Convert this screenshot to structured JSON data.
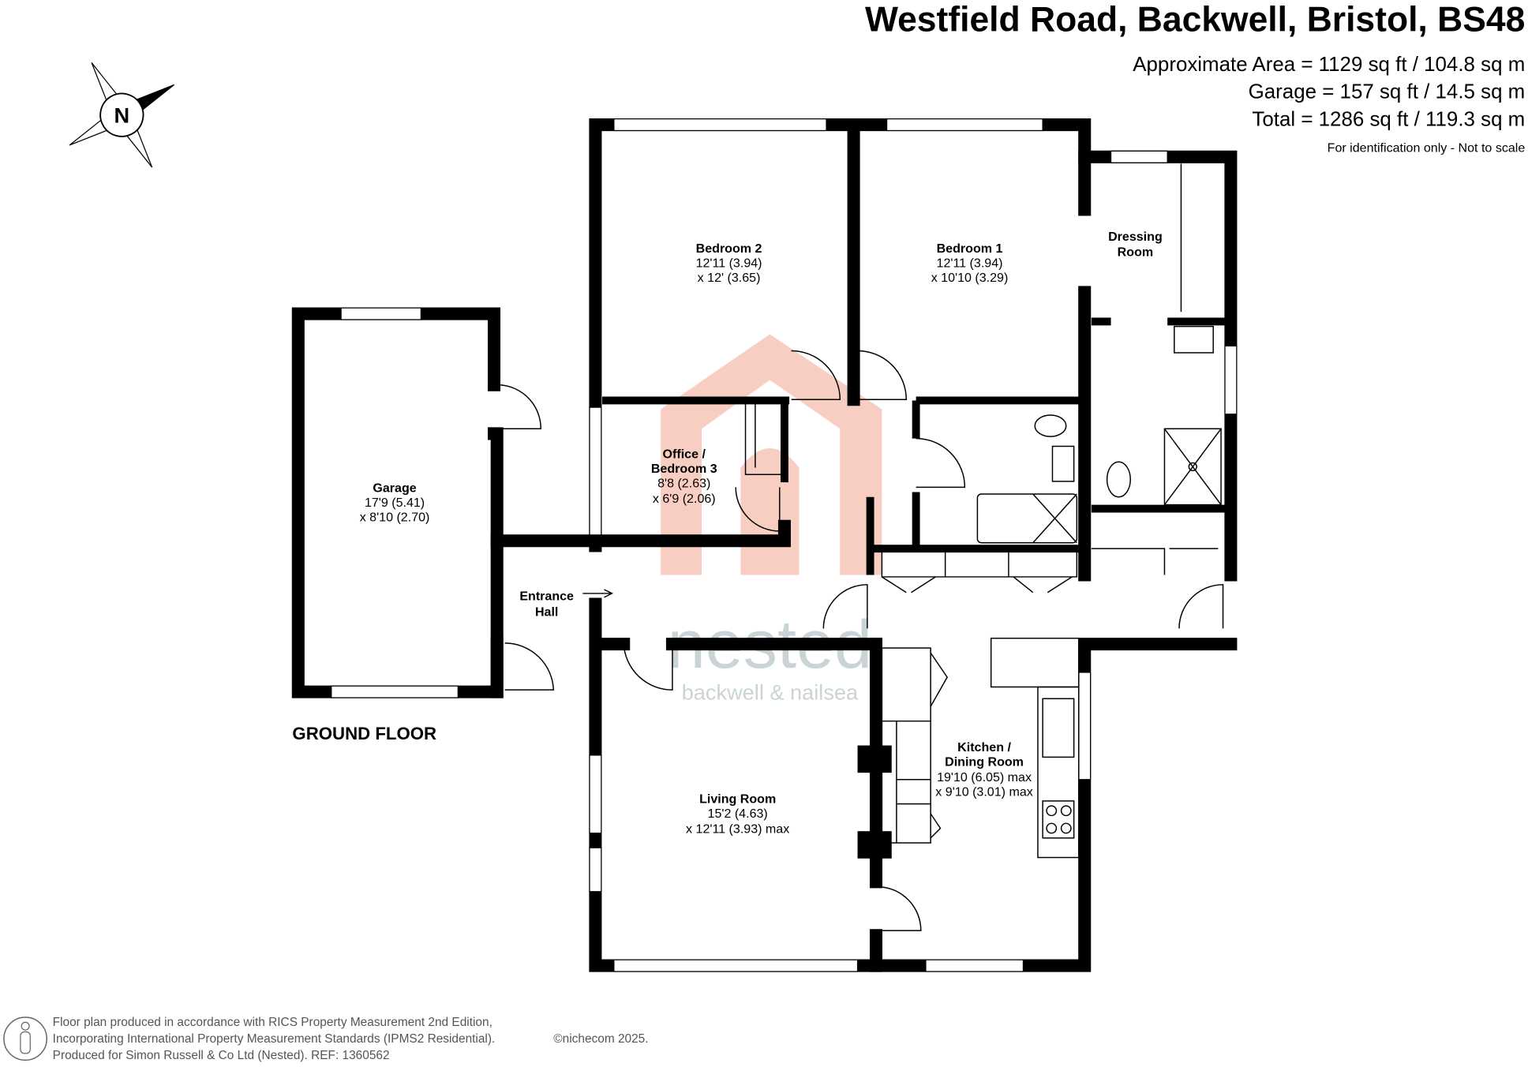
{
  "header": {
    "title": "Westfield Road, Backwell, Bristol, BS48",
    "area": "Approximate Area = 1129 sq ft / 104.8 sq m",
    "garage": "Garage = 157 sq ft / 14.5 sq m",
    "total": "Total = 1286 sq ft / 119.3 sq m",
    "disclaimer": "For identification only - Not to scale"
  },
  "compass": {
    "label": "N",
    "icon": "north-arrow-icon"
  },
  "floor_label": "GROUND FLOOR",
  "rooms": {
    "bedroom2": {
      "name": "Bedroom 2",
      "dim1": "12'11 (3.94)",
      "dim2": "x 12' (3.65)"
    },
    "bedroom1": {
      "name": "Bedroom 1",
      "dim1": "12'11 (3.94)",
      "dim2": "x 10'10 (3.29)"
    },
    "dressing": {
      "name1": "Dressing",
      "name2": "Room"
    },
    "garage": {
      "name": "Garage",
      "dim1": "17'9 (5.41)",
      "dim2": "x 8'10 (2.70)"
    },
    "office": {
      "name1": "Office /",
      "name2": "Bedroom 3",
      "dim1": "8'8 (2.63)",
      "dim2": "x 6'9 (2.06)"
    },
    "hall": {
      "name1": "Entrance",
      "name2": "Hall"
    },
    "living": {
      "name": "Living Room",
      "dim1": "15'2 (4.63)",
      "dim2": "x 12'11 (3.93) max"
    },
    "kitchen": {
      "name1": "Kitchen /",
      "name2": "Dining Room",
      "dim1": "19'10 (6.05) max",
      "dim2": "x 9'10 (3.01) max"
    }
  },
  "watermark": {
    "brand": "nested",
    "sub": "backwell & nailsea",
    "color": "#f4b6a6"
  },
  "footer": {
    "line1": "Floor plan produced in accordance with RICS Property Measurement 2nd Edition,",
    "line2": "Incorporating International Property Measurement Standards (IPMS2 Residential).",
    "copyright": "©nichecom 2025.",
    "line3": "Produced for Simon Russell & Co Ltd (Nested).   REF: 1360562"
  }
}
